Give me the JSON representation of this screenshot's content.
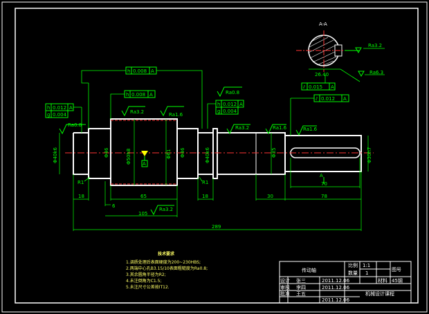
{
  "drawing": {
    "section_label": "A-A",
    "section_roughness": "Ra3.2",
    "keyway_roughness": "Ra6.3",
    "keyway_depth": "26.40",
    "section_tol": "0.015",
    "section_tol_ref": "A",
    "section_tol2": "0.012",
    "section_tol2_ref": "A",
    "cut_label": "A",
    "datum_label": "A",
    "top_tol": "0.008",
    "top_tol_ref": "A",
    "mid_tol": "0.008",
    "mid_tol_ref": "A",
    "left_tol1": "0.012",
    "left_tol1_ref": "A",
    "left_tol2": "0.004",
    "right_tol1": "0.012",
    "right_tol1_ref": "A",
    "right_tol2": "0.004",
    "ra_left": "Ra0.8",
    "ra_mid_left": "Ra3.2",
    "ra_mid_right": "Ra1.6",
    "ra_right_top": "Ra0.8",
    "ra_step1": "Ra3.2",
    "ra_step2": "Ra1.6",
    "ra_step3": "Ra1.6",
    "ra_bottom": "Ra3.2",
    "dia_left": "Φ40k6",
    "dia_collar_left": "Φ46",
    "dia_body": "Φ50h8",
    "dia_body2": "Φ61",
    "dia_collar_right": "Φ46",
    "dia_right": "Φ40k6",
    "dia_step": "Φ35",
    "dia_end": "Φ30h7",
    "fillet_left": "R1",
    "fillet_right": "R1",
    "dim_18a": "18",
    "dim_6": "6",
    "dim_65": "65",
    "dim_105": "105",
    "dim_18b": "18",
    "dim_30": "30",
    "dim_70": "70",
    "dim_78": "78",
    "dim_total": "289"
  },
  "notes": {
    "title": "技术要求",
    "lines": [
      "1.调质处理后表面硬度为200~230HBS;",
      "2.两端中心孔B3.15/10表面粗糙度为Ra0.8;",
      "3.其余圆角半径为R2;",
      "4.未注倒角为C1.5;",
      "5.未注尺寸公差按IT12."
    ]
  },
  "title_block": {
    "part_name": "传动轴",
    "scale_label": "比例",
    "scale_value": "1:1",
    "qty_label": "数量",
    "qty_value": "1",
    "material_label": "材料",
    "material_value": "45钢",
    "sheet_value": "图号",
    "designer_label": "设计",
    "checker_label": "审核",
    "approver_label": "批准",
    "designer": "张三",
    "checker": "李四",
    "approver": "王五",
    "date1": "2011.12.06",
    "date2": "2011.12.06",
    "date3": "2011.12.06",
    "school": "机械设计课程"
  }
}
